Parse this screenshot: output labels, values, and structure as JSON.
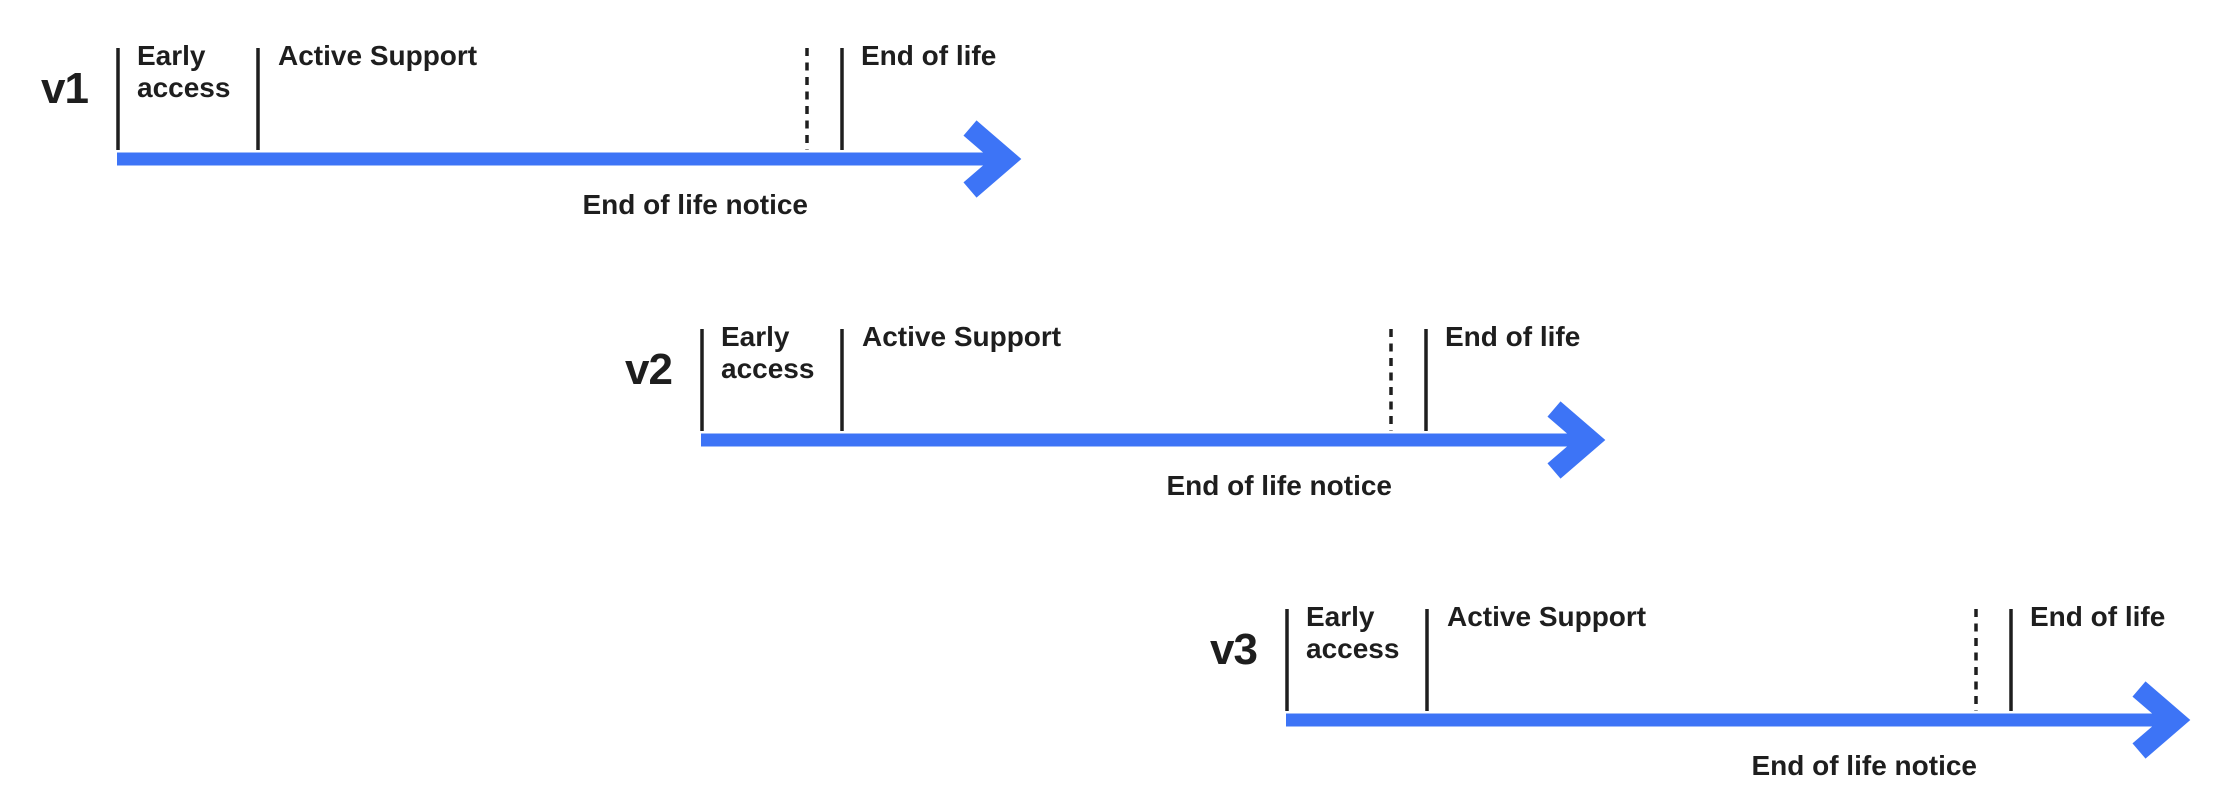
{
  "colors": {
    "arrow": "#3D74F6",
    "line": "#1E1E1E",
    "text": "#1E1E1E",
    "background": "#FFFFFF"
  },
  "timelines": [
    {
      "version_label": "v1",
      "early_access_label": "Early access",
      "active_support_label": "Active Support",
      "end_of_life_label": "End of life",
      "end_of_life_notice_label": "End of life notice"
    },
    {
      "version_label": "v2",
      "early_access_label": "Early access",
      "active_support_label": "Active Support",
      "end_of_life_label": "End of life",
      "end_of_life_notice_label": "End of life notice"
    },
    {
      "version_label": "v3",
      "early_access_label": "Early access",
      "active_support_label": "Active Support",
      "end_of_life_label": "End of life",
      "end_of_life_notice_label": "End of life notice"
    }
  ]
}
